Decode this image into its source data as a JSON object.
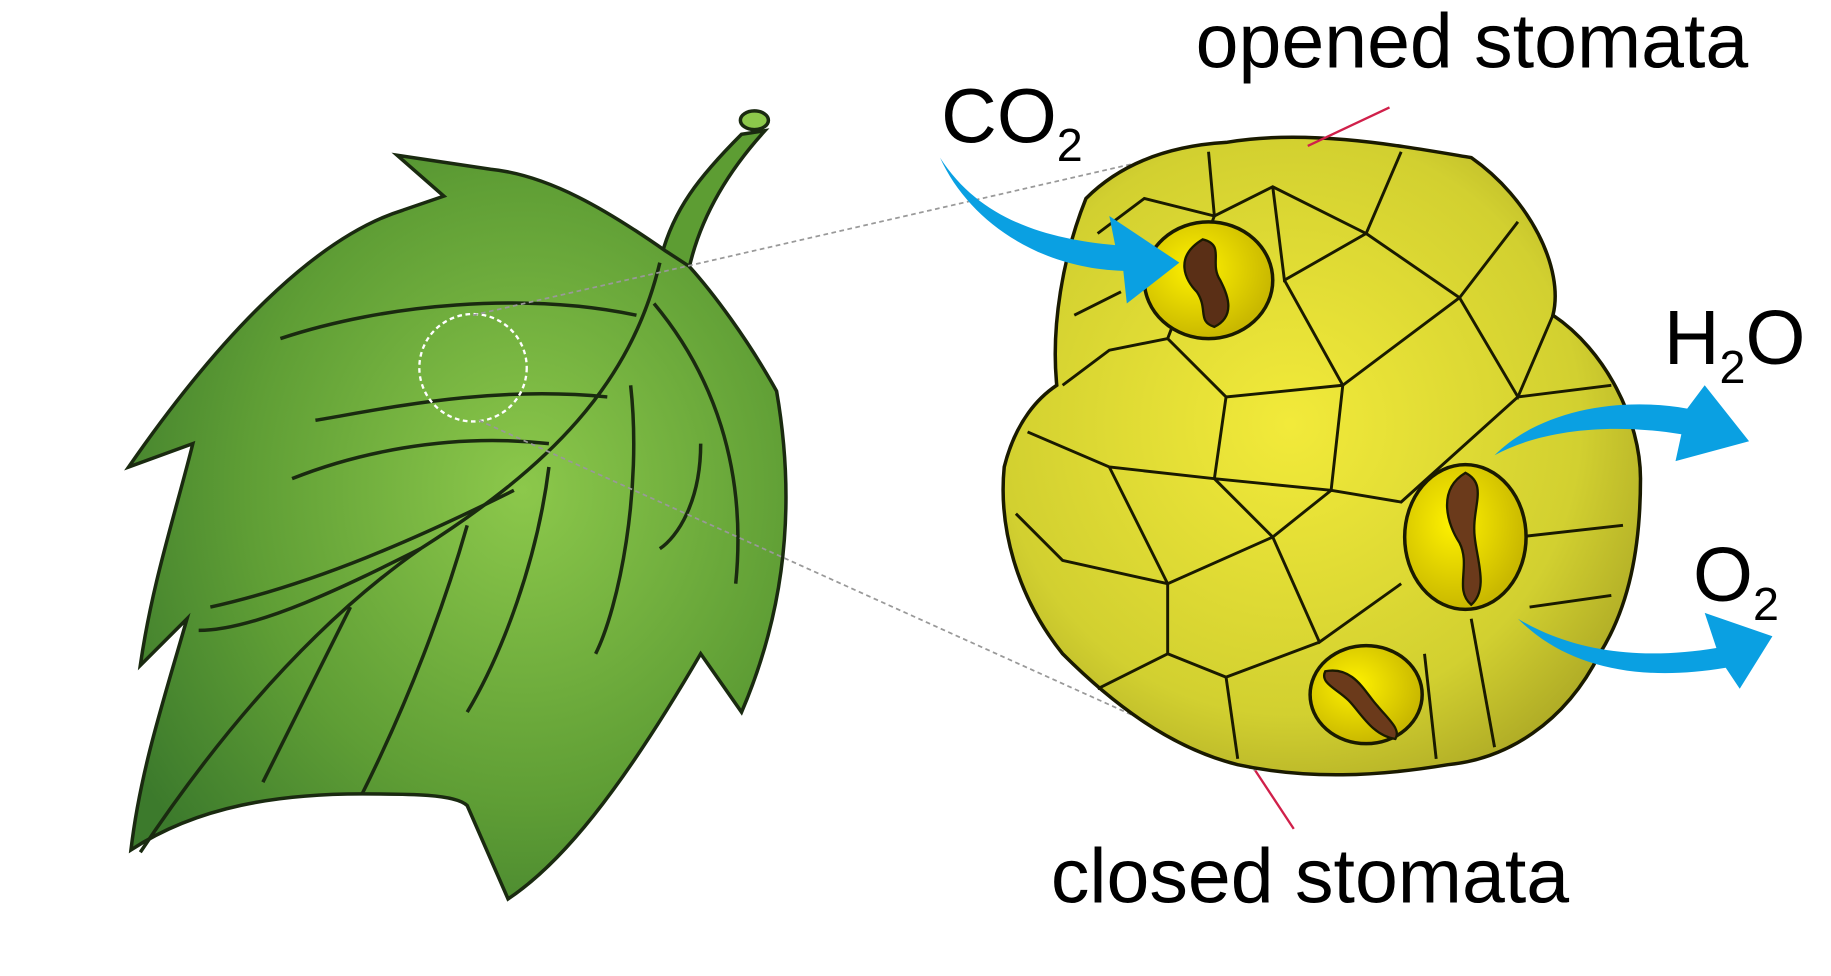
{
  "labels": {
    "opened_stomata": "opened stomata",
    "closed_stomata": "closed stomata",
    "co2_main": "CO",
    "co2_sub": "2",
    "h2o_h": "H",
    "h2o_sub": "2",
    "h2o_o": "O",
    "o2_main": "O",
    "o2_sub": "2"
  },
  "colors": {
    "arrow": "#0aa0e2",
    "leaf": "#6fae3c",
    "cells": "#d9d838",
    "pointer_line": "#d0204a"
  }
}
